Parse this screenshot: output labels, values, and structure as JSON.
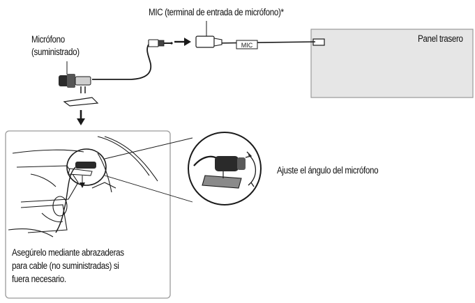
{
  "labels": {
    "mic_terminal": "MIC (terminal de entrada de micrófono)*",
    "rear_panel": "Panel trasero",
    "microphone_line1": "Micrófono",
    "microphone_line2": "(suministrado)",
    "adjust_angle": "Ajuste el ángulo del micrófono",
    "secure_line1": "Asegúrelo mediante abrazaderas",
    "secure_line2": "para cable (no suministradas) si",
    "secure_line3": "fuera necesario.",
    "connector_tag": "MIC"
  },
  "colors": {
    "line": "#1a1a1a",
    "panel_fill": "#e6e6e6",
    "panel_stroke": "#9a9a9a",
    "mic_dark": "#2a2a2a",
    "clip_gray": "#8a8a8a",
    "inset_border": "#9a9a9a"
  }
}
